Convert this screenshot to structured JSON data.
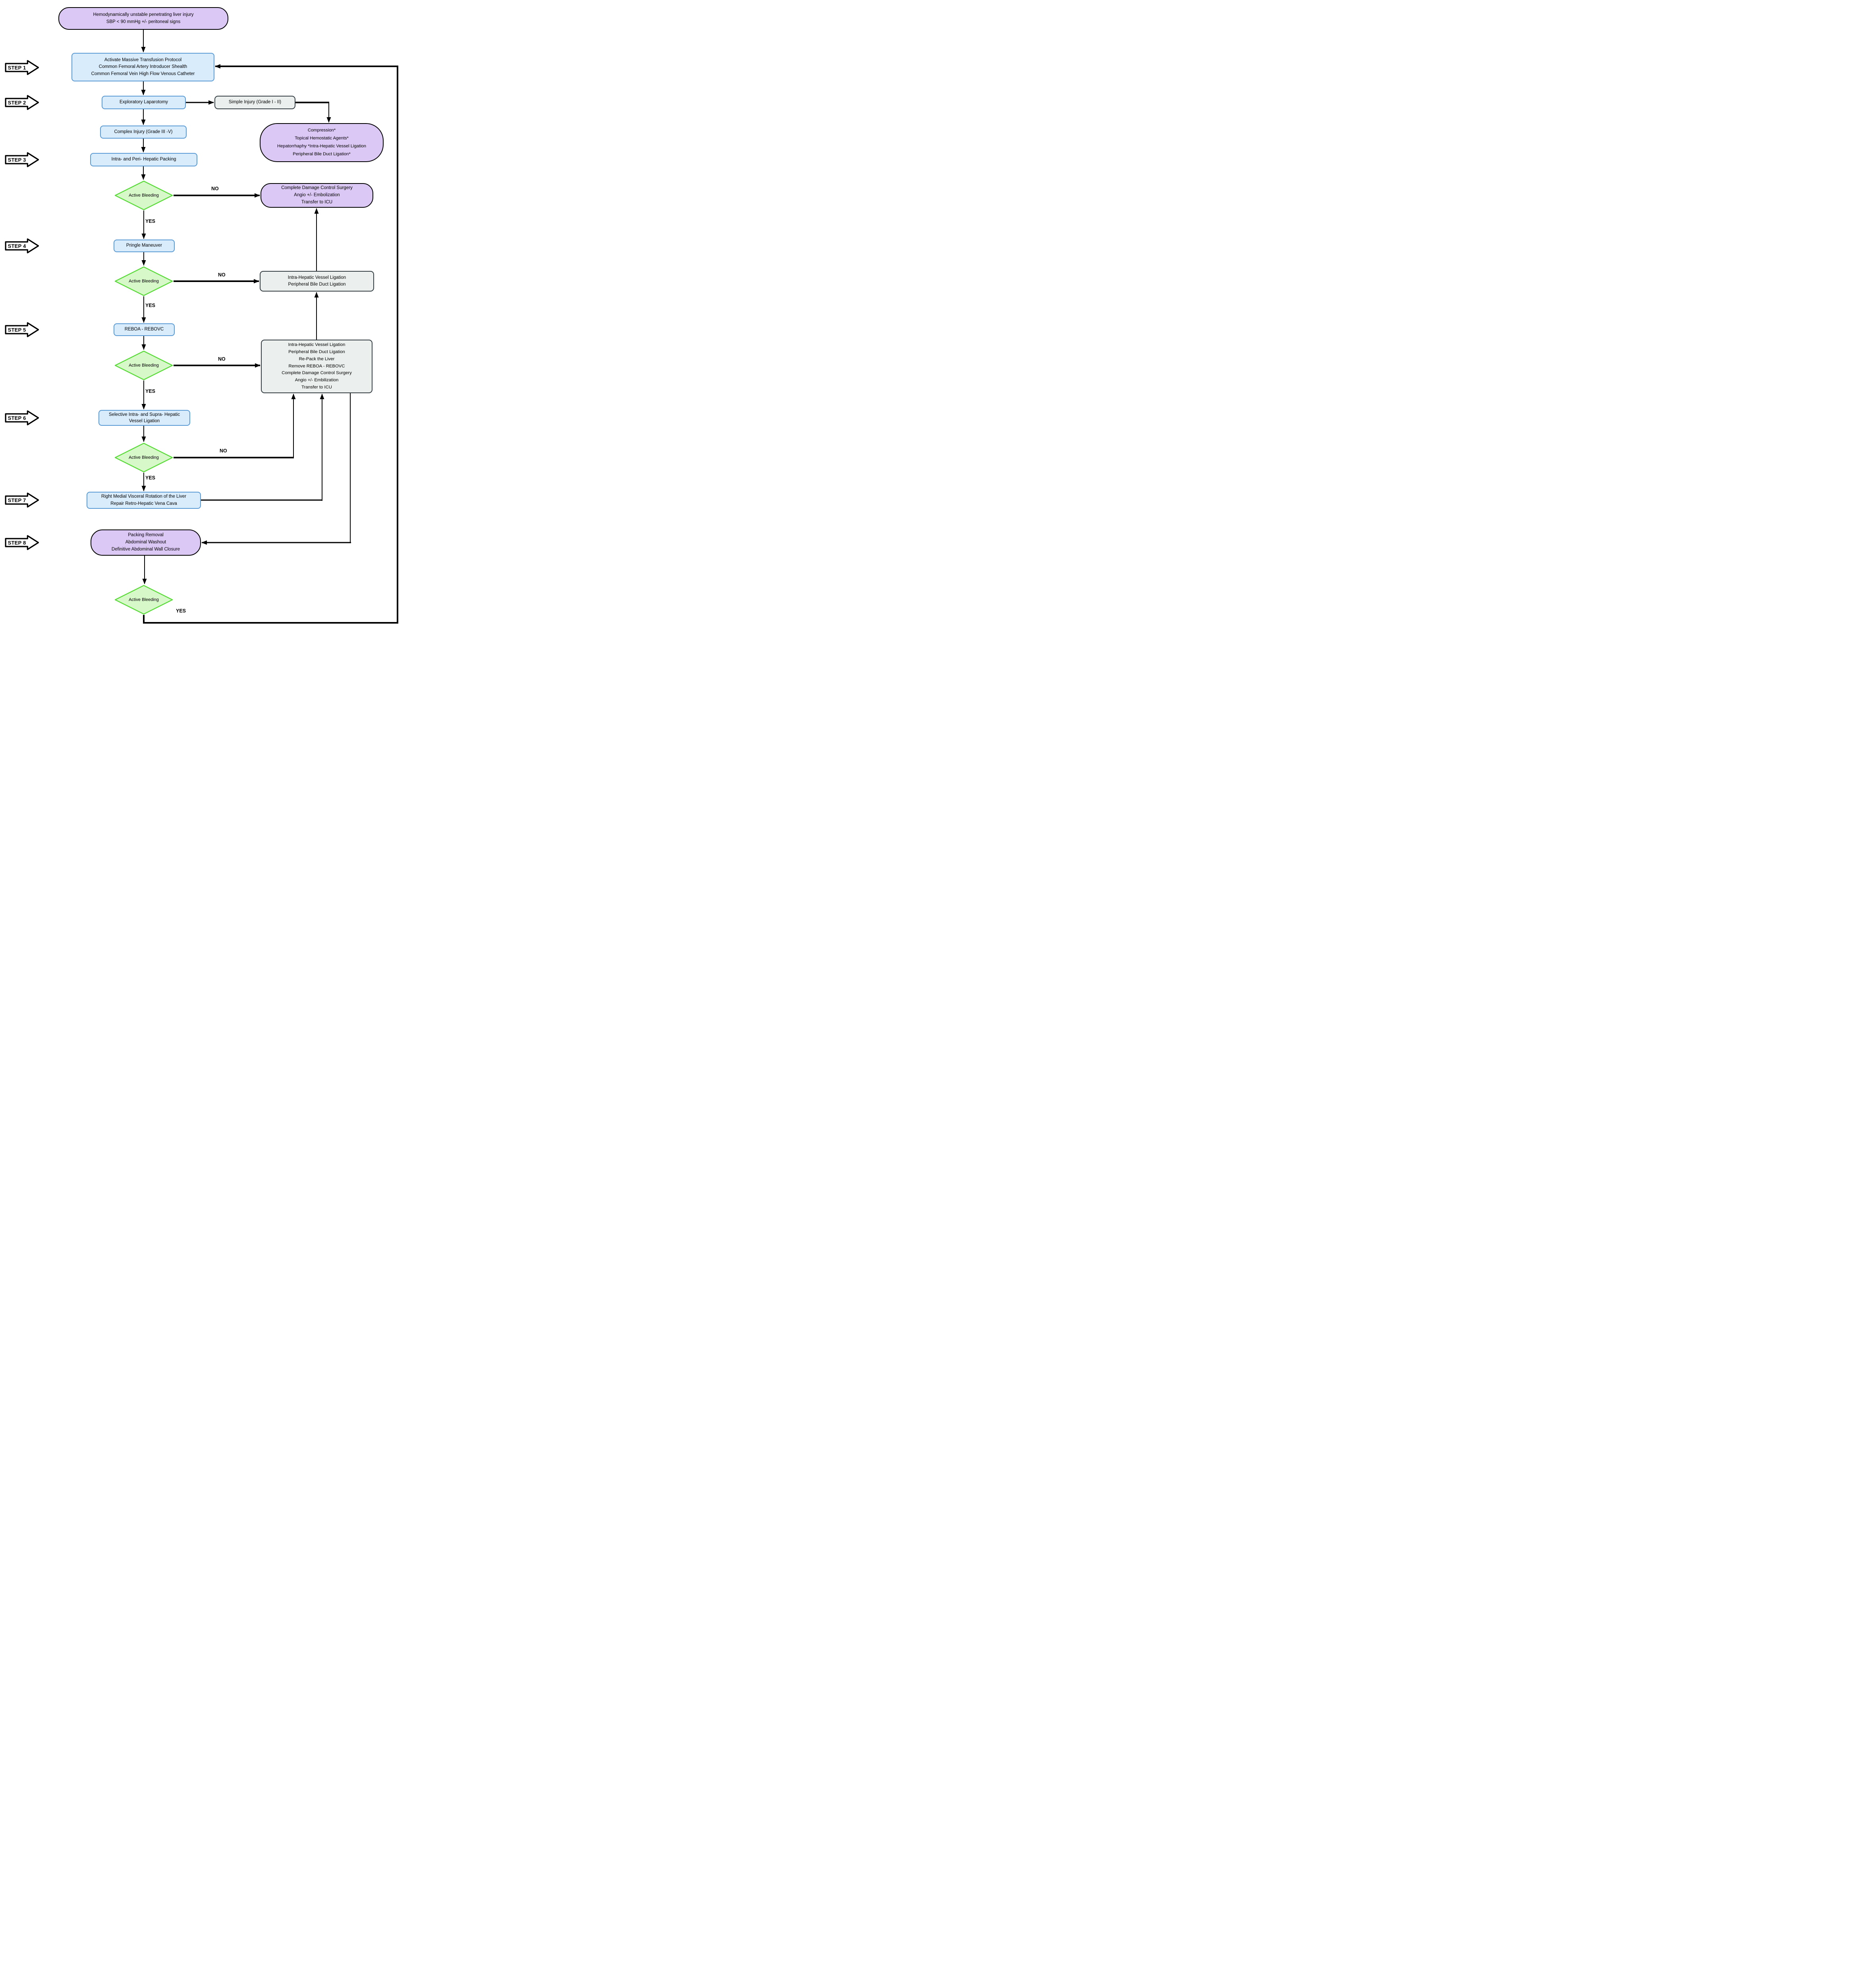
{
  "title": "Hemodynamically unstable penetrating liver injury management flowchart",
  "steps": [
    "STEP 1",
    "STEP 2",
    "STEP 3",
    "STEP 4",
    "STEP 5",
    "STEP 6",
    "STEP 7",
    "STEP 8"
  ],
  "labels": {
    "active_bleeding": "Active Bleeding",
    "no": "NO",
    "yes": "YES"
  },
  "nodes": {
    "start": {
      "lines": [
        "Hemodynamically unstable penetrating liver injury",
        "SBP < 90 mmHg +/- peritoneal signs"
      ]
    },
    "step1_box": {
      "lines": [
        "Activate Massive Transfusion Protocol",
        "Common Femoral Artery Introducer Shealth",
        "Common Femoral Vein High Flow Venous Catheter"
      ]
    },
    "exploratory": {
      "label": "Exploratory Laparotomy"
    },
    "simple_injury": {
      "label": "Simple Injury (Grade I - II)"
    },
    "complex_injury": {
      "label": "Complex Injury (Grade III -V)"
    },
    "compression": {
      "lines": [
        "Compression*",
        "Topical Hemostatic Agents*",
        "Hepatorrhaphy *Intra-Hepatic Vessel Ligation",
        "Peripheral Bile Duct Ligation*"
      ]
    },
    "packing": {
      "label": "Intra- and Peri- Hepatic Packing"
    },
    "damage_control": {
      "lines": [
        "Complete Damage Control Surgery",
        "Angio +/- Embolization",
        "Transfer to ICU"
      ]
    },
    "pringle": {
      "label": "Pringle Maneuver"
    },
    "ligation_small": {
      "lines": [
        "Intra-Hepatic Vessel Ligation",
        "Peripheral Bile Duct Ligation"
      ]
    },
    "reboa": {
      "label": "REBOA - REBOVC"
    },
    "ligation_big": {
      "lines": [
        "Intra-Hepatic Vessel Ligation",
        "Peripheral Bile Duct Ligation",
        "Re-Pack the Liver",
        "Remove REBOA - REBOVC",
        "Complete Damage Control Surgery",
        "Angio +/- Embilization",
        "Transfer to ICU"
      ]
    },
    "selective": {
      "lines": [
        "Selective Intra- and Supra- Hepatic",
        "Vessel Ligation"
      ]
    },
    "visceral_rotation": {
      "lines": [
        "Right Medial Visceral Rotation of the Liver",
        "Repair Retro-Hepatic Vena Cava"
      ]
    },
    "closure": {
      "lines": [
        "Packing Removal",
        "Abdominal Washout",
        "Definitive Abdominal Wall Closure"
      ]
    }
  },
  "colors": {
    "purple_fill": "#dcc8f5",
    "blue_fill": "#d8ecfc",
    "blue_border": "#5b9bd5",
    "gray_fill": "#ebefee",
    "gray_border": "#333d42",
    "green_fill": "#d7f8c8",
    "green_border": "#5cdb3c",
    "line_color": "#000000"
  }
}
